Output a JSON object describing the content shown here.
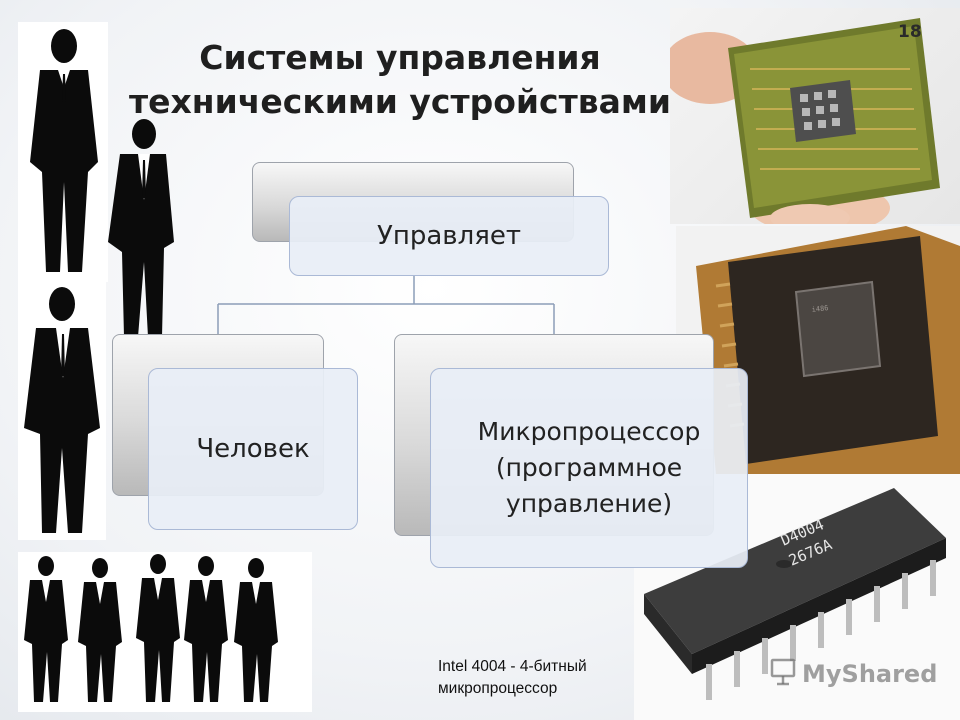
{
  "slide": {
    "title": "Системы управления техническими устройствами",
    "page_number": "18"
  },
  "diagram": {
    "root": "Управляет",
    "children": [
      {
        "label": "Человек"
      },
      {
        "label": "Микропроцессор (программное управление)"
      }
    ]
  },
  "caption": {
    "line1": "Intel 4004 - 4-битный",
    "line2": "микропроцессор"
  },
  "chip_marking": {
    "line1": "D4004",
    "line2": "2676A"
  },
  "watermark": {
    "text": "MyShared",
    "icon": "presentation-screen-icon"
  },
  "colors": {
    "silhouette": "#0b0b0b",
    "node_fill": "#e8eef6",
    "node_border": "#aab9d6",
    "connector": "#8c9db8"
  }
}
